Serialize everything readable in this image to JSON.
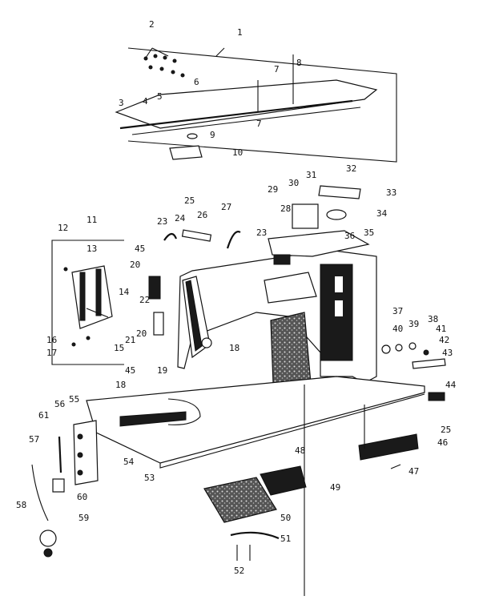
{
  "labels": [
    "1",
    "2",
    "3",
    "4",
    "5",
    "6",
    "7",
    "8",
    "7",
    "9",
    "10",
    "11",
    "12",
    "13",
    "14",
    "15",
    "16",
    "17",
    "18",
    "19",
    "20",
    "21",
    "22",
    "20",
    "23",
    "24",
    "25",
    "26",
    "27",
    "23",
    "28",
    "29",
    "30",
    "31",
    "32",
    "33",
    "34",
    "35",
    "36",
    "37",
    "38",
    "39",
    "40",
    "41",
    "42",
    "43",
    "44",
    "25",
    "45",
    "45",
    "18",
    "46",
    "47",
    "48",
    "49",
    "50",
    "51",
    "52",
    "53",
    "54",
    "55",
    "56",
    "57",
    "58",
    "59",
    "60",
    "61"
  ]
}
